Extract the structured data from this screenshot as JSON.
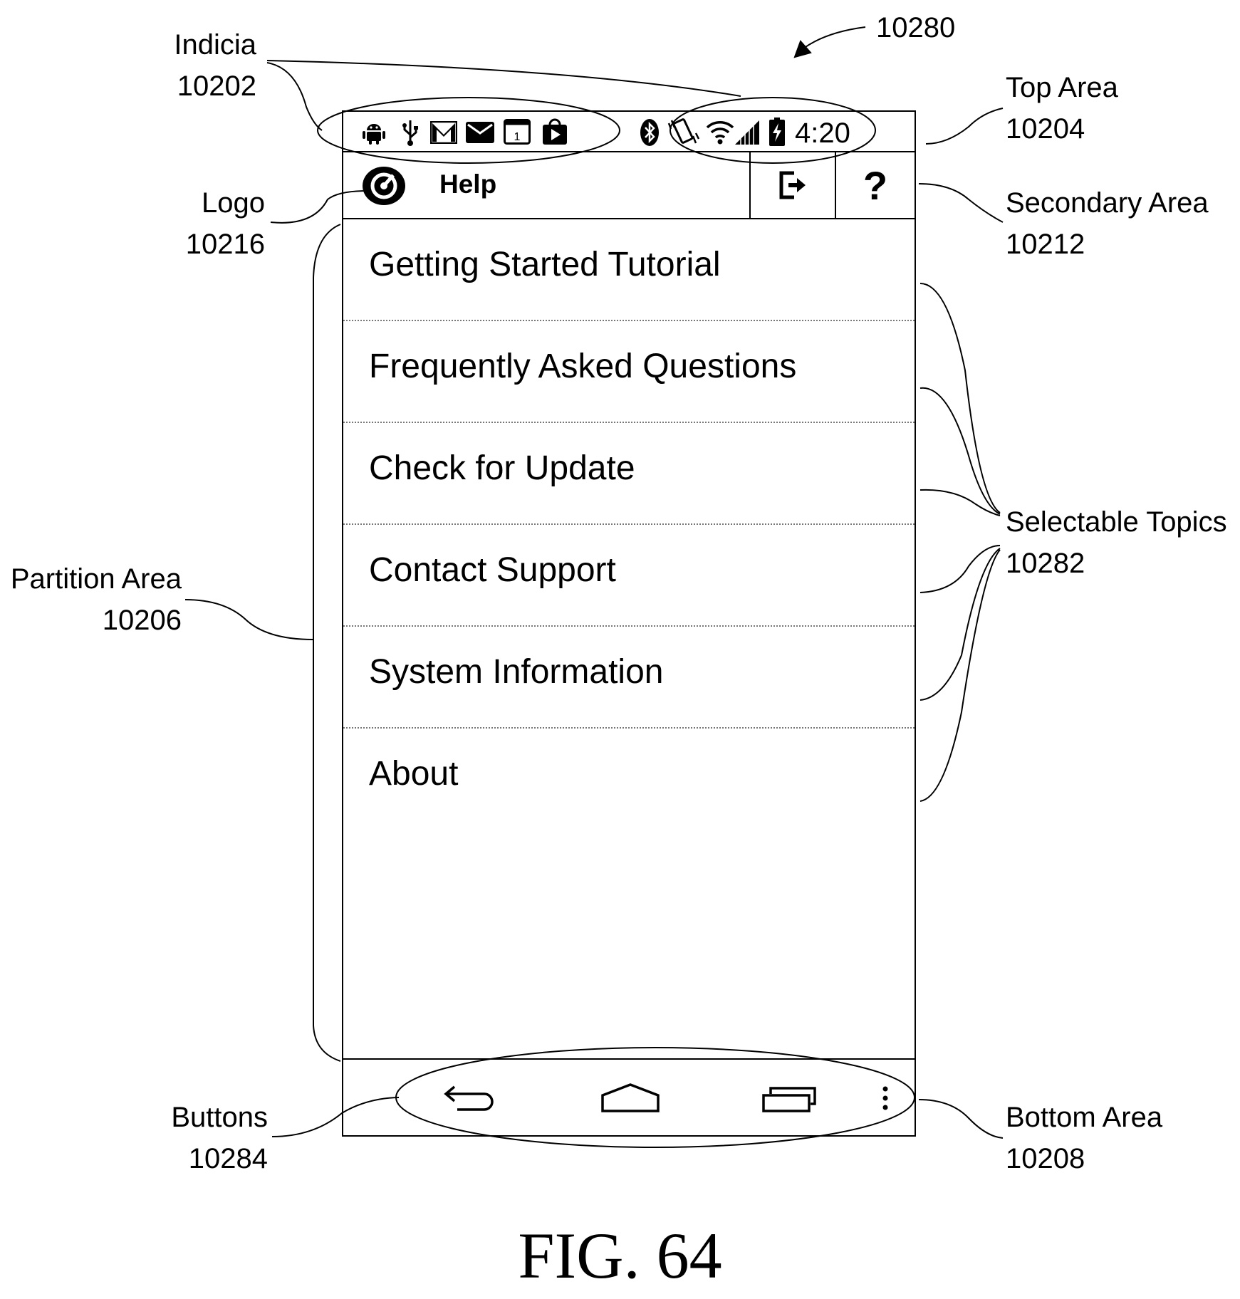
{
  "figure_label": "FIG. 64",
  "callouts": {
    "device_ref": "10280",
    "indicia": {
      "name": "Indicia",
      "ref": "10202"
    },
    "top_area": {
      "name": "Top Area",
      "ref": "10204"
    },
    "logo": {
      "name": "Logo",
      "ref": "10216"
    },
    "secondary_area": {
      "name": "Secondary Area",
      "ref": "10212"
    },
    "selectable_topics": {
      "name": "Selectable Topics",
      "ref": "10282"
    },
    "partition_area": {
      "name": "Partition Area",
      "ref": "10206"
    },
    "buttons": {
      "name": "Buttons",
      "ref": "10284"
    },
    "bottom_area": {
      "name": "Bottom Area",
      "ref": "10208"
    }
  },
  "status_bar": {
    "time": "4:20",
    "left_icons": [
      "android-icon",
      "usb-icon",
      "gmail-icon",
      "mail-icon",
      "calendar-icon",
      "play-store-icon"
    ],
    "calendar_day": "1",
    "right_icons": [
      "bluetooth-icon",
      "vibrate-icon",
      "wifi-icon",
      "signal-icon",
      "battery-charging-icon"
    ]
  },
  "title_bar": {
    "title": "Help",
    "help_label": "?",
    "icons": [
      "logo-icon",
      "exit-icon"
    ]
  },
  "topics": [
    {
      "label": "Getting Started Tutorial"
    },
    {
      "label": "Frequently Asked Questions"
    },
    {
      "label": "Check for Update"
    },
    {
      "label": "Contact Support"
    },
    {
      "label": "System Information"
    },
    {
      "label": "About"
    }
  ],
  "nav_bar": {
    "icons": [
      "back-icon",
      "home-icon",
      "recents-icon",
      "menu-icon"
    ]
  }
}
